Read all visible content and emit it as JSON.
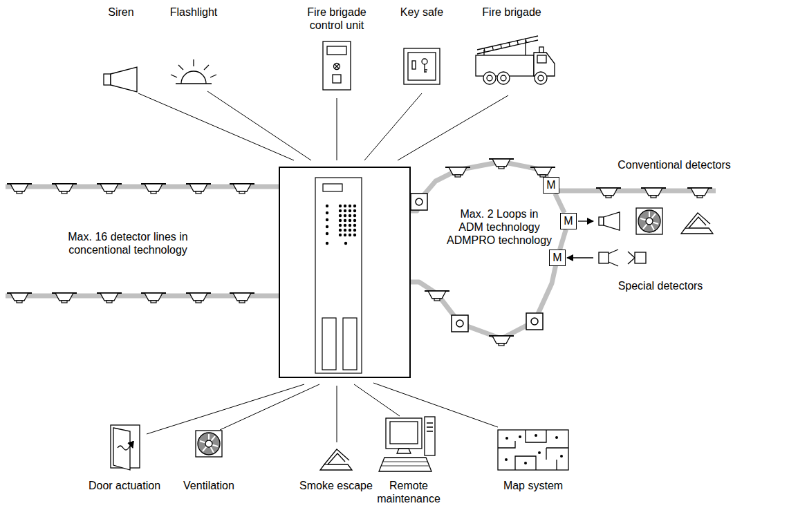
{
  "diagram": {
    "nodes": [
      {
        "text": [
          "M"
        ]
      },
      {
        "text": [
          "M"
        ]
      },
      {
        "text": [
          "M"
        ]
      }
    ],
    "edges": [
      {
        "from": 0,
        "to": 1,
        "arrow": "none"
      },
      {
        "from": 1,
        "to": 2,
        "arrow": "none"
      }
    ],
    "labels": [
      "Siren",
      "Flashlight",
      "Fire brigade control unit",
      "Key safe",
      "Fire brigade",
      "Max. 16 detector lines in concentional technology",
      "Max. 2 Loops in ADM technology ADMPRO technology",
      "Conventional detectors",
      "Special detectors",
      "Door actuation",
      "Ventilation",
      "Smoke escape",
      "Remote maintenance",
      "Map system"
    ]
  }
}
